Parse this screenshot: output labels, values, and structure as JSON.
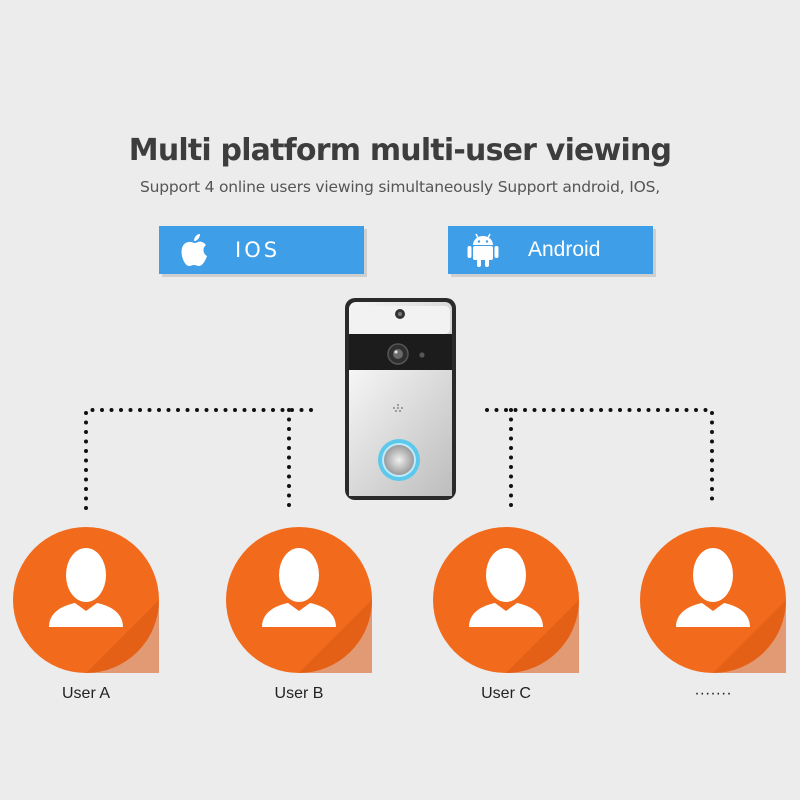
{
  "headline": "Multi platform multi-user viewing",
  "subline": "Support 4 online users viewing simultaneously Support android, IOS,",
  "platforms": {
    "ios": {
      "label": "IOS",
      "icon": "apple-icon"
    },
    "android": {
      "label": "Android",
      "icon": "android-icon"
    }
  },
  "users": [
    {
      "label": "User A"
    },
    {
      "label": "User B"
    },
    {
      "label": "User C"
    },
    {
      "label": "·······"
    }
  ],
  "colors": {
    "background": "#ececec",
    "platform_badge": "#3f9ee8",
    "user_circle": "#f26b1d",
    "connector": "#111111",
    "doorbell_ring": "#5cc8ec"
  }
}
